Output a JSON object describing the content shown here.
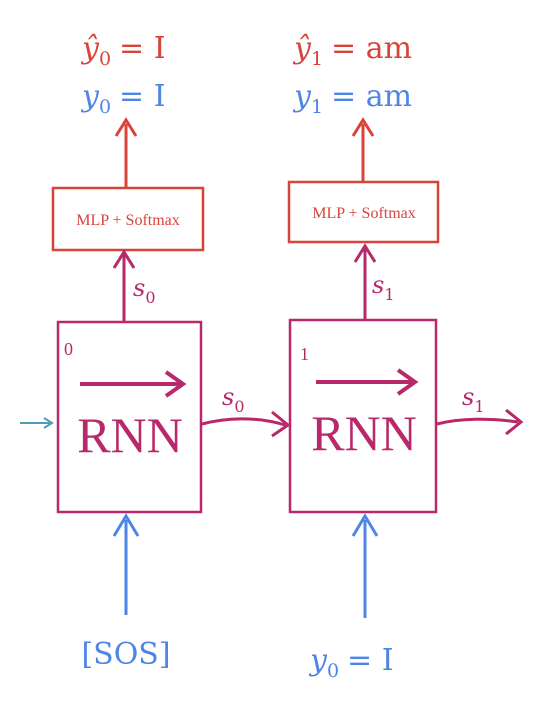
{
  "colors": {
    "red": "#d9443a",
    "blue": "#4f86e6",
    "magenta": "#b8286a"
  },
  "cells": [
    {
      "index": "0",
      "title": "RNN",
      "mlp_label": "MLP + Softmax",
      "pred_lhs": "ŷ",
      "pred_sub": "0",
      "pred_rhs": "= I",
      "gold_lhs": "y",
      "gold_sub": "0",
      "gold_rhs": "= I",
      "state_var": "s",
      "state_sub": "0",
      "input_text": "[SOS]"
    },
    {
      "index": "1",
      "title": "RNN",
      "mlp_label": "MLP + Softmax",
      "pred_lhs": "ŷ",
      "pred_sub": "1",
      "pred_rhs": "= am",
      "gold_lhs": "y",
      "gold_sub": "1",
      "gold_rhs": "= am",
      "state_var": "s",
      "state_sub": "1",
      "input_lhs": "y",
      "input_sub": "0",
      "input_rhs": "= I"
    }
  ],
  "recurrent": [
    {
      "var": "s",
      "sub": "0"
    },
    {
      "var": "s",
      "sub": "1"
    }
  ]
}
